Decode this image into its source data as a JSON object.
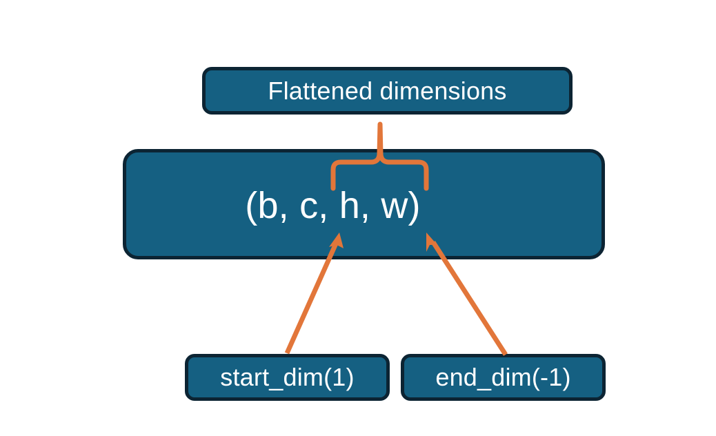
{
  "diagram": {
    "title_hint": "Flatten operation dimension diagram",
    "background_color": "#ffffff",
    "node_fill_color": "#156082",
    "node_border_color": "#0c2433",
    "node_text_color": "#ffffff",
    "accent_color": "#e2763a",
    "nodes": {
      "flattened": {
        "label": "Flattened dimensions"
      },
      "shape": {
        "label": "(b, c, h, w)"
      },
      "start_dim": {
        "label": "start_dim(1)"
      },
      "end_dim": {
        "label": "end_dim(-1)"
      }
    },
    "connectors": {
      "brace": {
        "name": "curly-brace-up",
        "from": "shape",
        "to": "flattened",
        "spans_label": "c, h, w"
      },
      "start_dim_arrow": {
        "name": "arrow-start-dim",
        "from": "start_dim",
        "to": "shape"
      },
      "end_dim_arrow": {
        "name": "arrow-end-dim",
        "from": "end_dim",
        "to": "shape"
      }
    }
  }
}
